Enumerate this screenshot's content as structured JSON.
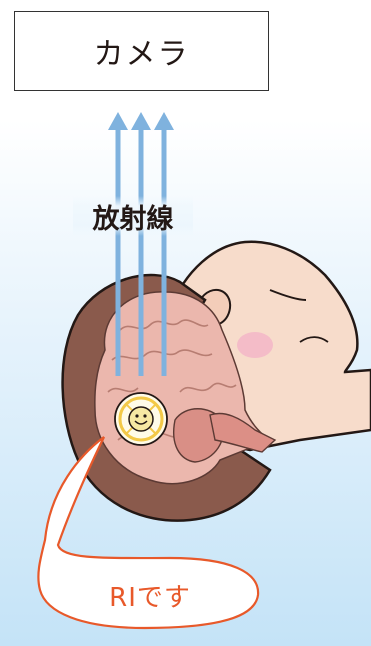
{
  "camera": {
    "label": "カメラ"
  },
  "radiation": {
    "label": "放射線"
  },
  "callout": {
    "label": "RIです"
  },
  "colors": {
    "ray": "#7fb2de",
    "callout_stroke": "#e8592a",
    "hair": "#8a5a4c",
    "skin": "#f7dccb",
    "brain": "#e9b1a6",
    "marker_ring": "#f3c948"
  },
  "icons": [
    "upward-arrow-icon",
    "smiley-face-icon"
  ]
}
